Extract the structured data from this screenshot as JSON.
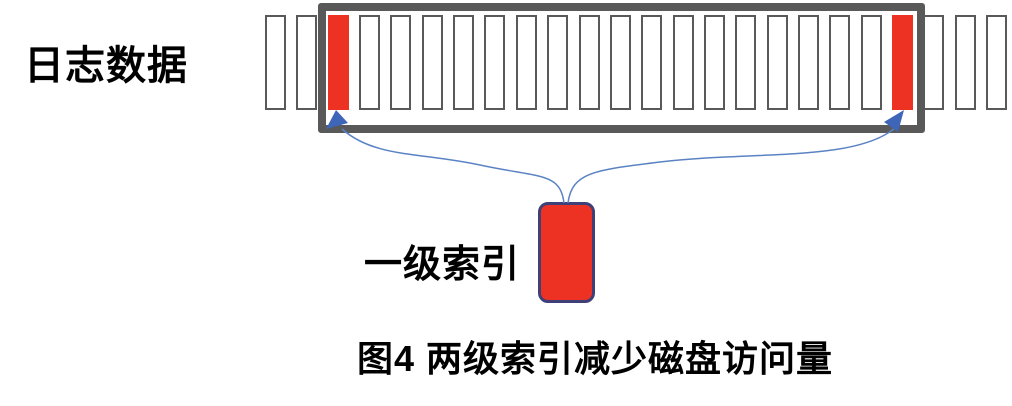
{
  "labels": {
    "log": "日志数据",
    "index": "一级索引",
    "caption": "图4 两级索引减少磁盘访问量"
  },
  "blocks": {
    "pattern": [
      "white",
      "white",
      "red",
      "white",
      "white",
      "white",
      "white",
      "white",
      "white",
      "white",
      "white",
      "white",
      "white",
      "white",
      "white",
      "white",
      "white",
      "white",
      "white",
      "white",
      "red",
      "white",
      "white",
      "white"
    ],
    "red_meaning": "indexed-block",
    "white_meaning": "log-data-block"
  },
  "icons": {
    "left_arrow": "curved-arrow-to-left-indexed-block",
    "right_arrow": "curved-arrow-to-right-indexed-block"
  },
  "colors": {
    "block_red": "#ED3224",
    "outline_gray": "#595959",
    "index_box_border": "#3F4077",
    "arrow_blue": "#3E65B8",
    "connector_blue": "#5B83C4",
    "text_black": "#000000"
  }
}
